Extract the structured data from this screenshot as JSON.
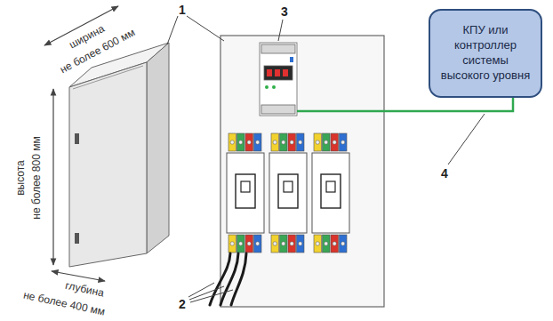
{
  "diagram": {
    "nodes": [
      {
        "text": [
          "КПУ или контроллер системы высокого уровня"
        ]
      }
    ],
    "labels": [
      "ширина",
      "не более 600 мм",
      "высота",
      "не более 800 мм",
      "глубина",
      "не более 400 мм",
      "1",
      "3",
      "2",
      "4"
    ]
  }
}
